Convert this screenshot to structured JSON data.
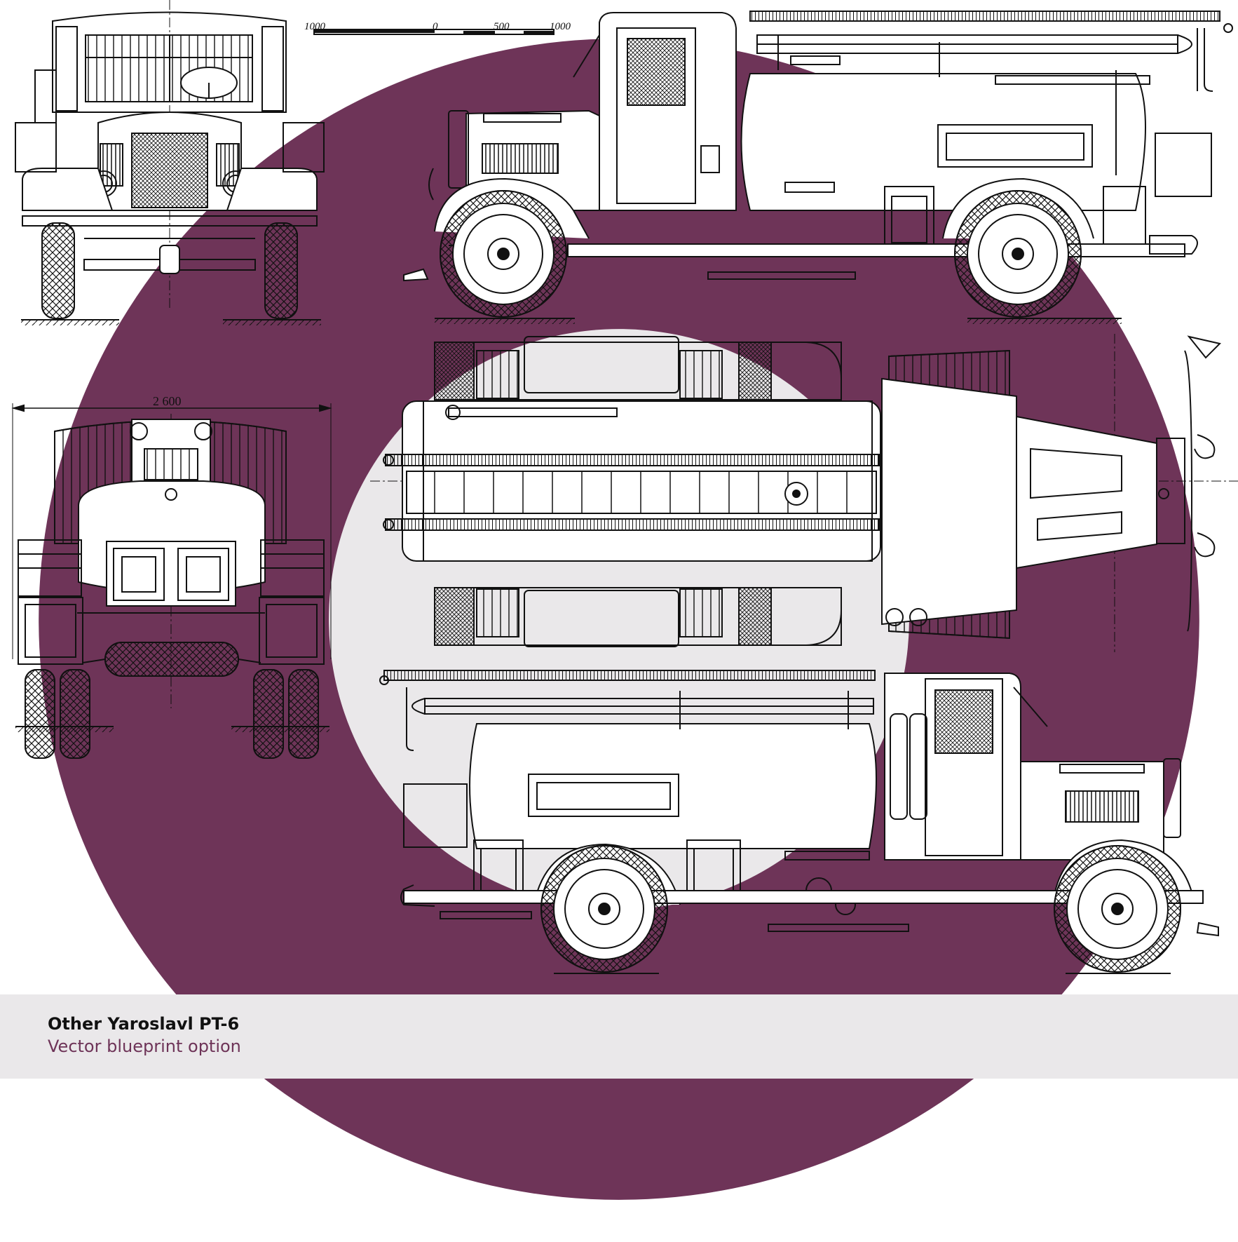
{
  "scale_bar": {
    "labels": [
      "1000",
      "0",
      "500",
      "1000"
    ]
  },
  "dimension": {
    "width_label": "2 600"
  },
  "views": [
    "front view",
    "right side view",
    "rear view",
    "top view",
    "left side view"
  ],
  "footer": {
    "title": "Other Yaroslavl PT-6",
    "subtitle": "Vector blueprint option",
    "badge_icon": "circle-ring-icon",
    "accent_color": "#6e3458",
    "background_color": "#eae8ea"
  },
  "colors": {
    "line": "#111111",
    "paper": "#ffffff"
  }
}
